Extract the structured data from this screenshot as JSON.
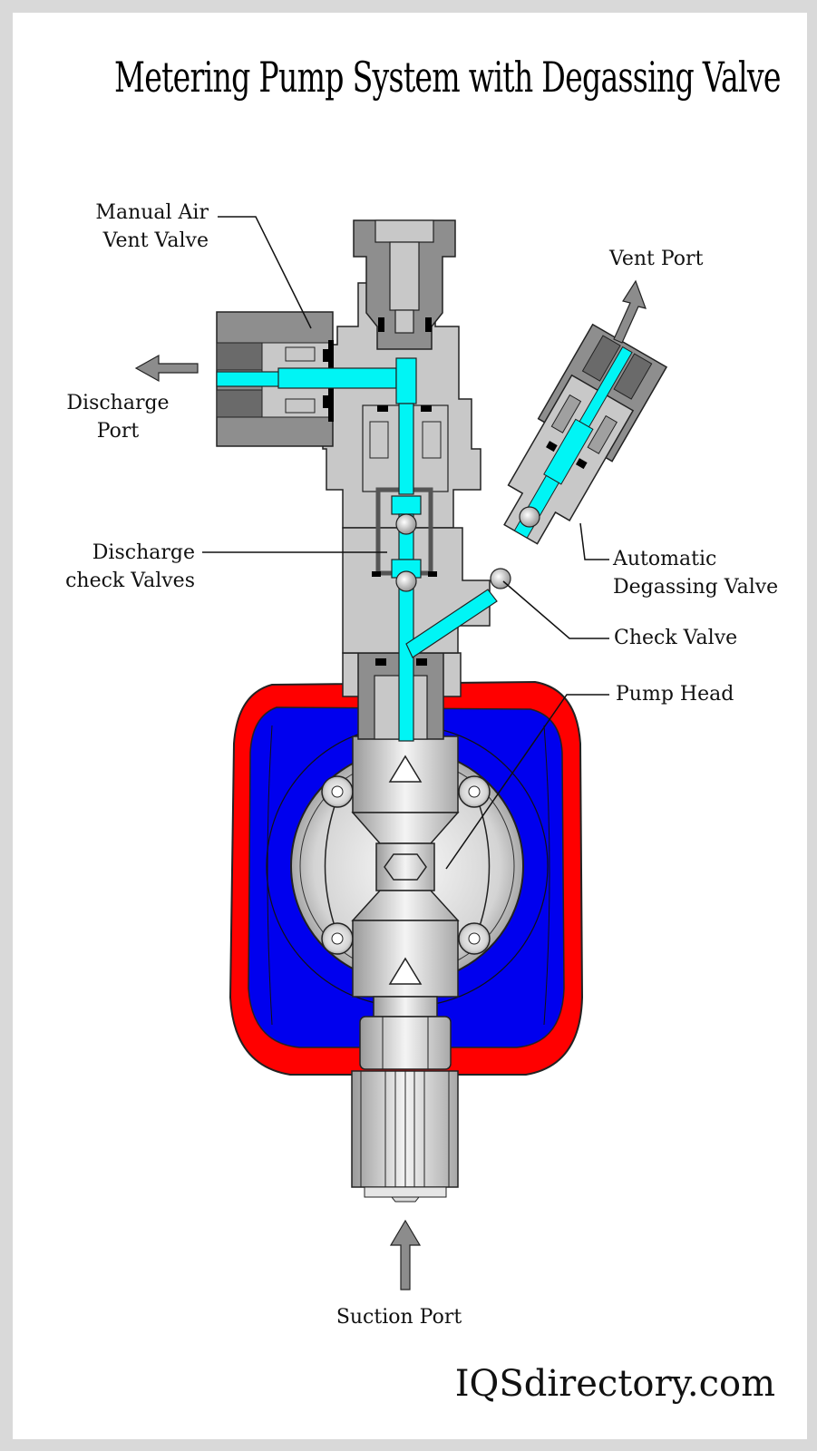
{
  "title": "Metering Pump System with Degassing Valve",
  "labels": {
    "manual_air_vent_valve": [
      "Manual Air",
      "Vent Valve"
    ],
    "discharge_port": [
      "Discharge",
      "Port"
    ],
    "vent_port": "Vent Port",
    "discharge_check_valves": [
      "Discharge",
      "check Valves"
    ],
    "automatic_degassing_valve": [
      "Automatic",
      "Degassing Valve"
    ],
    "check_valve": "Check Valve",
    "pump_head": "Pump Head",
    "suction_port": "Suction Port"
  },
  "brand": "IQSdirectory.com",
  "colors": {
    "fluid": "#00f5f5",
    "housing_outer": "#ff0000",
    "housing_inner": "#0000ee",
    "metal_light": "#c8c8c8",
    "metal_mid": "#a0a0a0",
    "metal_dark": "#808080",
    "arrow": "#8c8c8c"
  }
}
